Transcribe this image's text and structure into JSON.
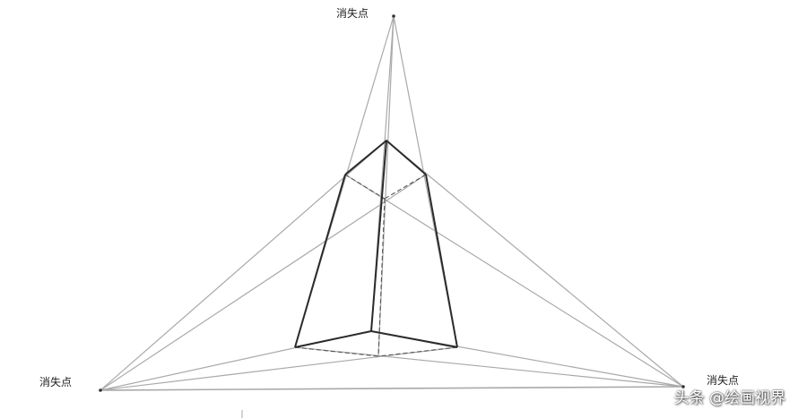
{
  "labels": {
    "vp_top": "消失点",
    "vp_left": "消失点",
    "vp_right": "消失点"
  },
  "watermark": "头条 @绘画视界",
  "colors": {
    "background": "#ffffff",
    "guide_line": "#a9a9a9",
    "edge_line": "#2b2b2b",
    "label_text": "#222222"
  }
}
